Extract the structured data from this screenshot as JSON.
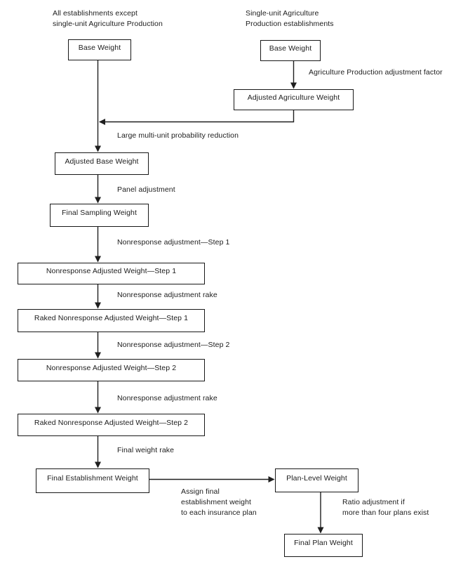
{
  "diagram": {
    "background": "#ffffff",
    "colors": {
      "line": "#1f1f1f",
      "box_border": "#181818",
      "box_fill": "#ffffff",
      "text": "#1c1c1c"
    },
    "stream_labels": {
      "left": "All establishments except\nsingle-unit Agriculture Production",
      "right": "Single-unit Agriculture\nProduction establishments"
    },
    "nodes": [
      {
        "id": "base-weight-main",
        "label": "Base Weight"
      },
      {
        "id": "base-weight-agriculture",
        "label": "Base Weight"
      },
      {
        "id": "adjusted-agriculture-weight",
        "label": "Adjusted Agriculture Weight"
      },
      {
        "id": "adjusted-base-weight",
        "label": "Adjusted Base Weight"
      },
      {
        "id": "final-sampling-weight",
        "label": "Final Sampling Weight"
      },
      {
        "id": "nonresponse-adjusted-weight-step-1",
        "label": "Nonresponse Adjusted Weight—Step 1"
      },
      {
        "id": "raked-nonresponse-adjusted-weight-step-1",
        "label": "Raked Nonresponse Adjusted Weight—Step 1"
      },
      {
        "id": "nonresponse-adjusted-weight-step-2",
        "label": "Nonresponse Adjusted Weight—Step 2"
      },
      {
        "id": "raked-nonresponse-adjusted-weight-step-2",
        "label": "Raked Nonresponse Adjusted Weight—Step 2"
      },
      {
        "id": "final-establishment-weight",
        "label": "Final Establishment Weight"
      },
      {
        "id": "plan-level-weight",
        "label": "Plan-Level Weight"
      },
      {
        "id": "final-plan-weight",
        "label": "Final Plan Weight"
      }
    ],
    "edge_labels": [
      {
        "id": "agriculture-adjustment-factor",
        "text": "Agriculture Production adjustment factor"
      },
      {
        "id": "large-multi-unit-reduction",
        "text": "Large multi-unit probability reduction"
      },
      {
        "id": "panel-adjustment",
        "text": "Panel adjustment"
      },
      {
        "id": "nonresponse-adjustment-step-1",
        "text": "Nonresponse adjustment—Step 1"
      },
      {
        "id": "nonresponse-adjustment-rake-1",
        "text": "Nonresponse adjustment rake"
      },
      {
        "id": "nonresponse-adjustment-step-2",
        "text": "Nonresponse adjustment—Step 2"
      },
      {
        "id": "nonresponse-adjustment-rake-2",
        "text": "Nonresponse adjustment rake"
      },
      {
        "id": "final-weight-rake",
        "text": "Final weight rake"
      },
      {
        "id": "assign-final-establishment-weight",
        "text": "Assign final\nestablishment weight\nto each insurance plan"
      },
      {
        "id": "ratio-adjustment",
        "text": "Ratio adjustment if\nmore than four plans exist"
      }
    ]
  }
}
